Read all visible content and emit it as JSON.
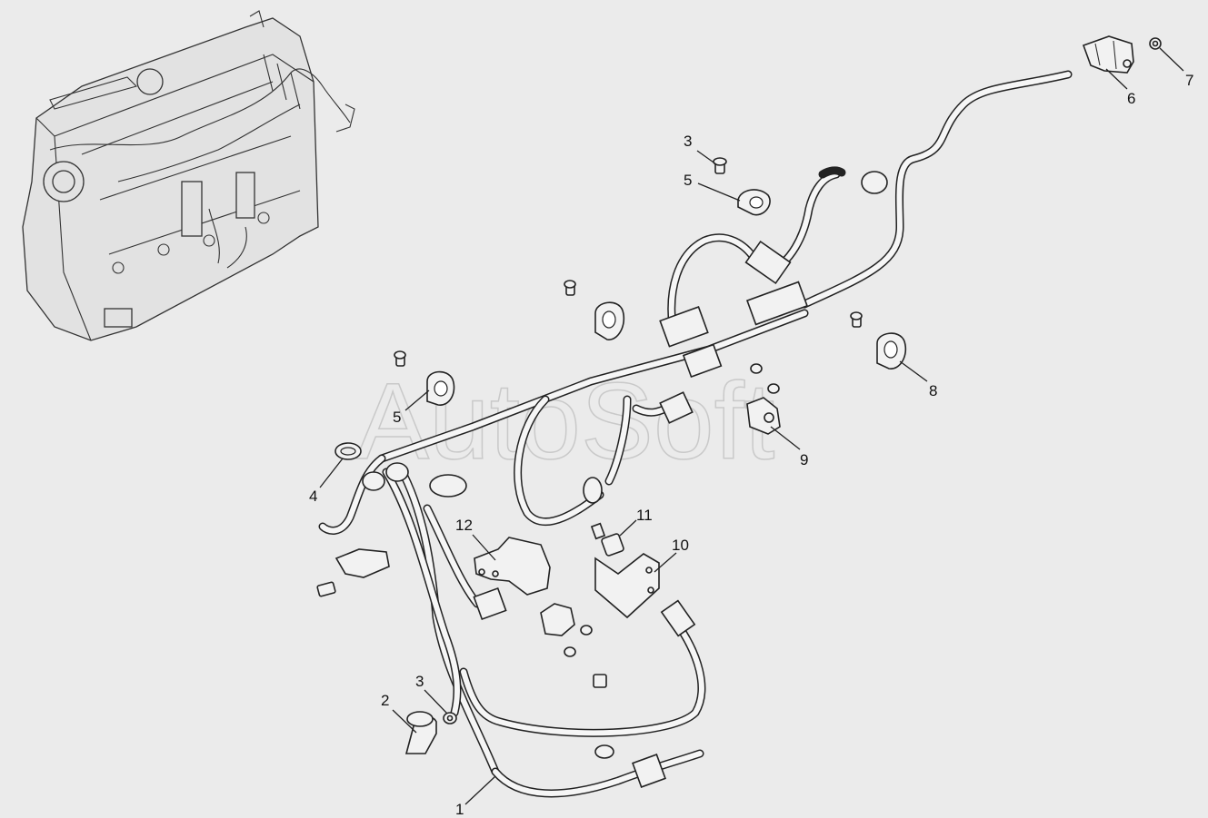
{
  "watermark": "AutoSoft",
  "callouts": [
    {
      "id": "c1",
      "label": "1"
    },
    {
      "id": "c2",
      "label": "2"
    },
    {
      "id": "c3a",
      "label": "3"
    },
    {
      "id": "c3b",
      "label": "3"
    },
    {
      "id": "c4",
      "label": "4"
    },
    {
      "id": "c5a",
      "label": "5"
    },
    {
      "id": "c5b",
      "label": "5"
    },
    {
      "id": "c6",
      "label": "6"
    },
    {
      "id": "c7",
      "label": "7"
    },
    {
      "id": "c8",
      "label": "8"
    },
    {
      "id": "c9",
      "label": "9"
    },
    {
      "id": "c10",
      "label": "10"
    },
    {
      "id": "c11",
      "label": "11"
    },
    {
      "id": "c12",
      "label": "12"
    }
  ]
}
